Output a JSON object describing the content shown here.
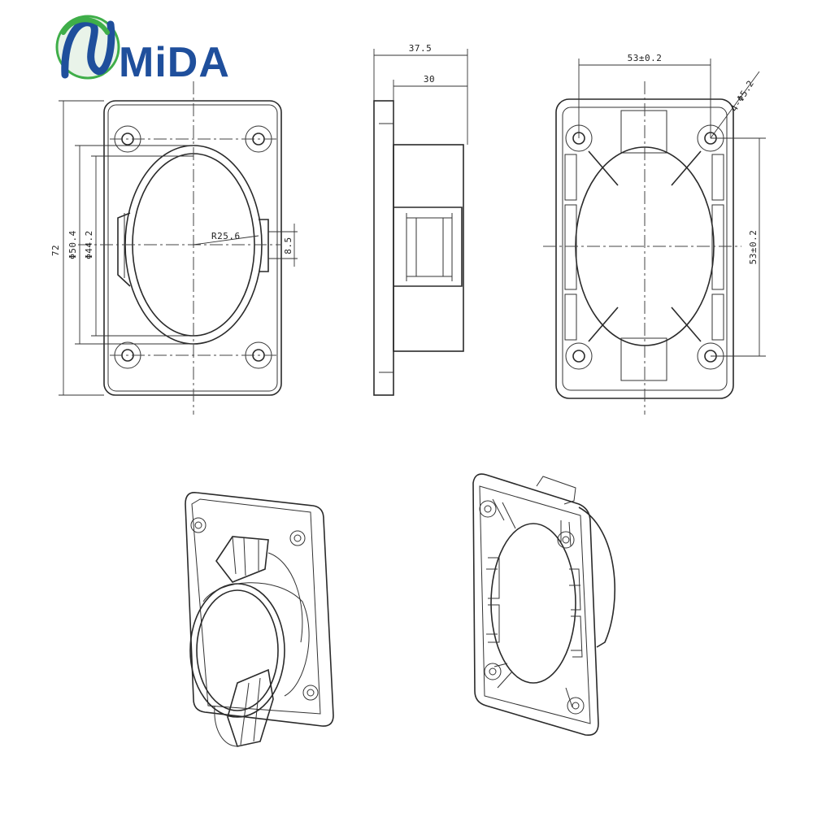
{
  "brand": {
    "name": "MiDA",
    "colors": {
      "blue": "#1f4f9c",
      "green": "#3fae49"
    },
    "logo_icon": "n-swirl-logo-icon"
  },
  "drawing": {
    "front_view": {
      "height_label": "72",
      "outer_diameter_label": "Φ50.4",
      "inner_diameter_label": "Φ44.2",
      "radius_label": "R25.6",
      "slot_width_label": "8.5"
    },
    "side_view": {
      "total_depth_label": "37.5",
      "body_depth_label": "30"
    },
    "back_view": {
      "hole_spacing_h_label": "53±0.2",
      "hole_spacing_v_label": "53±0.2",
      "hole_label": "4-Φ5.2"
    }
  },
  "colors": {
    "line": "#2a2a2a",
    "background": "#ffffff"
  }
}
